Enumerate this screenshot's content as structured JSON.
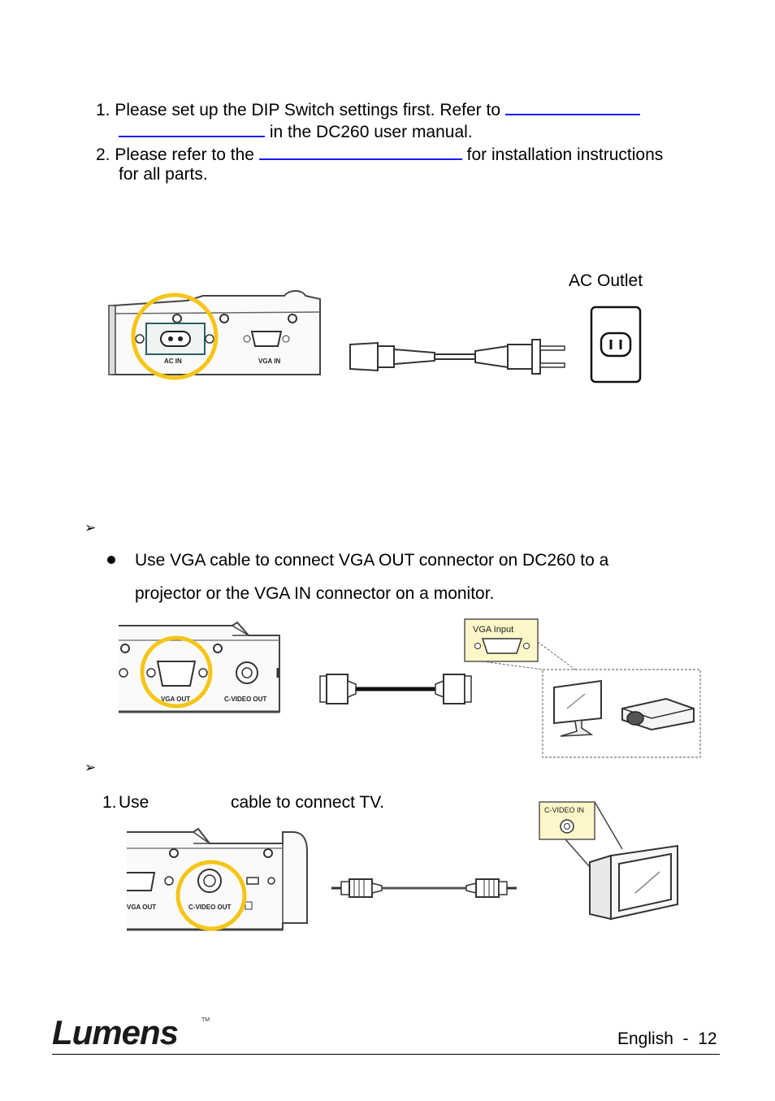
{
  "notes": {
    "item1": {
      "num": "1.",
      "before": "Please set up the DIP Switch settings first. Refer to",
      "after": "in the DC260 user manual."
    },
    "item2": {
      "num": "2.",
      "before": "Please refer to the",
      "after": "for installation instructions",
      "cont": "for all parts."
    }
  },
  "power_figure": {
    "outlet_label": "AC Outlet",
    "port_ac_in": "AC IN",
    "port_vga_in": "VGA IN"
  },
  "vga_section": {
    "arrow": "➢",
    "bullet_line1": "Use VGA cable to connect VGA OUT connector on DC260 to a",
    "bullet_line2": "projector or the VGA IN connector on a monitor.",
    "port_vga_out": "VGA OUT",
    "port_cvideo_out": "C-VIDEO OUT",
    "callout_label": "VGA Input"
  },
  "video_section": {
    "arrow": "➢",
    "step_num": "1.",
    "step_use": "Use",
    "step_rest": "cable to connect TV.",
    "port_vga_out": "VGA OUT",
    "port_cvideo_out": "C-VIDEO OUT",
    "callout_label": "C-VIDEO IN"
  },
  "footer": {
    "logo": "Lumens",
    "trademark": "TM",
    "page_label": "English  -  12"
  }
}
